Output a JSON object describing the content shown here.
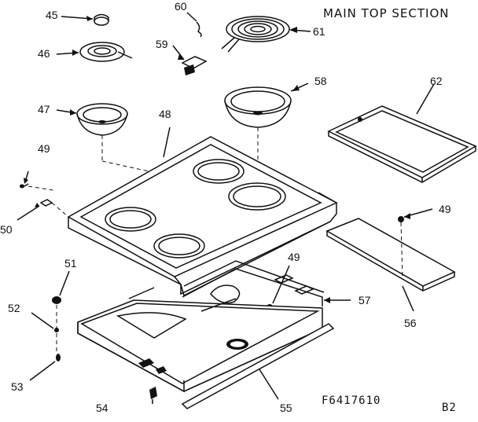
{
  "title": "MAIN TOP SECTION",
  "drawing_code": "F6417610",
  "page_code": "B2",
  "labels": {
    "p45": "45",
    "p46": "46",
    "p47": "47",
    "p48": "48",
    "p49a": "49",
    "p49b": "49",
    "p49c": "49",
    "p50": "50",
    "p51": "51",
    "p52": "52",
    "p53": "53",
    "p54": "54",
    "p55": "55",
    "p56": "56",
    "p57": "57",
    "p58": "58",
    "p59": "59",
    "p60": "60",
    "p61": "61",
    "p62": "62"
  },
  "colors": {
    "ink": "#111111",
    "paper": "#ffffff"
  }
}
